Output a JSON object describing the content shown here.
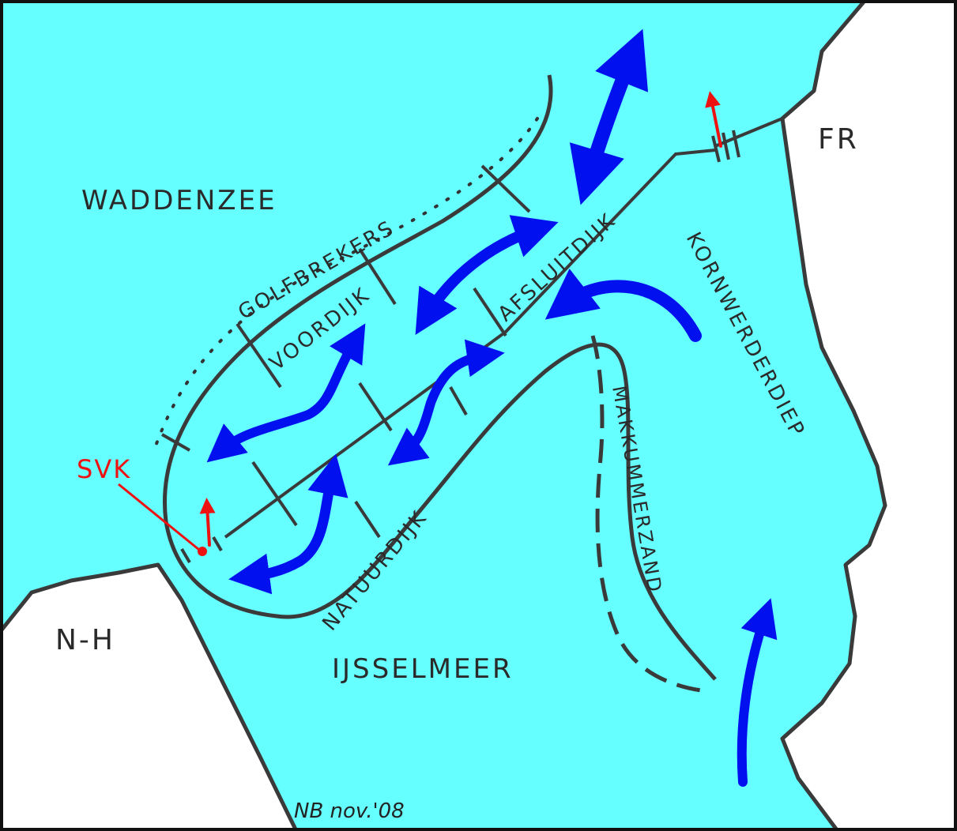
{
  "colors": {
    "water": "#66ffff",
    "land": "#ffffff",
    "dike": "#4a4a4a",
    "flow_arrow": "#0010ee",
    "outlet_arrow": "#ee1111",
    "frame": "#111111"
  },
  "labels": {
    "waddenzee": "WADDENZEE",
    "fr": "FR",
    "nh": "N-H",
    "ijsselmeer": "IJSSELMEER",
    "golfbrekers": "GOLFBREKERS",
    "voordijk": "VOORDIJK",
    "afsluitdijk": "AFSLUITDIJK",
    "natuurdijk": "NATUURDIJK",
    "makkummerzand": "MAKKUMMERZAND",
    "kornwerderdiep": "KORNWERDERDIEP",
    "svk": "SVK",
    "signature": "NB nov.'08"
  },
  "icons": {
    "flow_arrows": "double-headed-blue-arrow-icon",
    "outlet_arrows": "red-discharge-arrow-icon"
  }
}
